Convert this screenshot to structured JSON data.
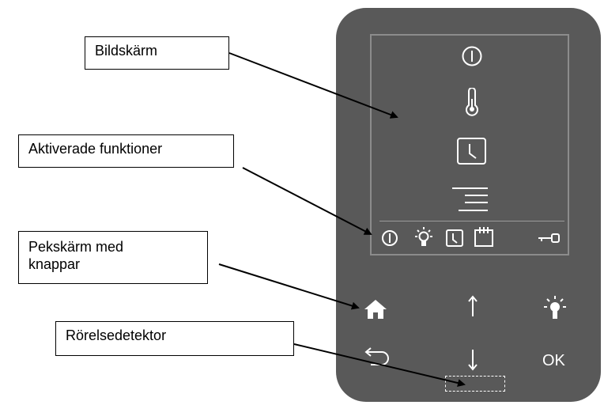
{
  "callouts": {
    "display": "Bildskärm",
    "active_functions": "Aktiverade funktioner",
    "touchscreen_buttons": "Pekskärm med knappar",
    "motion_detector": "Rörelsedetektor"
  },
  "buttons": {
    "ok_label": "OK"
  },
  "colors": {
    "panel": "#595959",
    "icon": "#ffffff",
    "screen_border": "#8c8c8c"
  },
  "icons": [
    "power-icon",
    "thermometer-icon",
    "clock-icon",
    "menu-lines-icon",
    "status-power-icon",
    "status-lightbulb-icon",
    "status-clock-icon",
    "status-calendar-icon",
    "status-key-icon",
    "home-icon",
    "arrow-up-icon",
    "lightbulb-icon",
    "back-icon",
    "arrow-down-icon"
  ]
}
